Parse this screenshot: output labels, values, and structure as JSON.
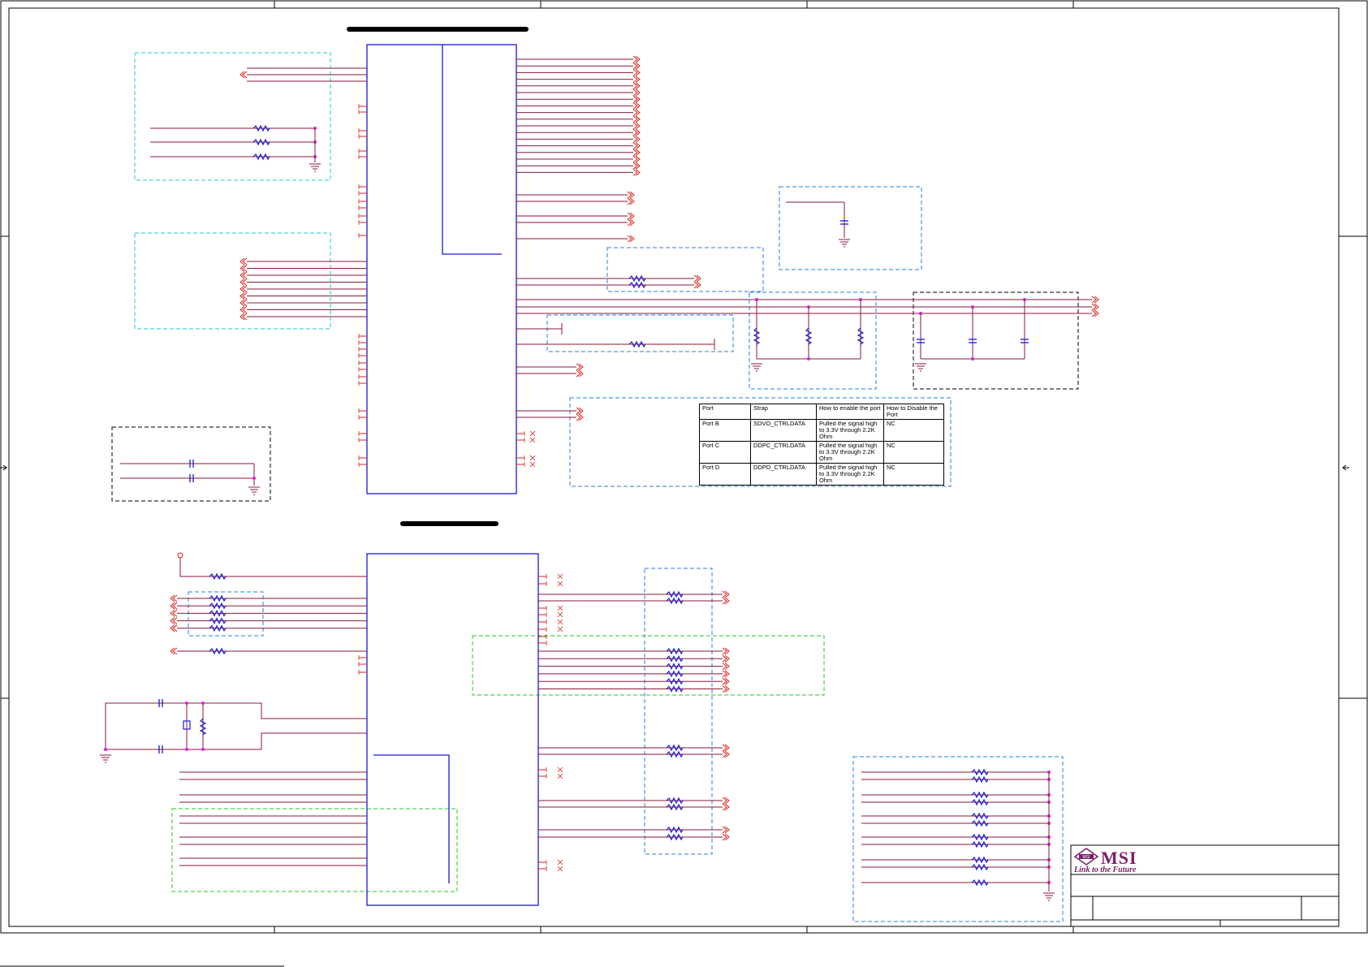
{
  "port_strap_table": {
    "headers": [
      "Port",
      "Strap",
      "How to enable the port",
      "How to Disable the Port"
    ],
    "rows": [
      [
        "Port B",
        "SDVO_CTRLDATA",
        "Pulled the signal high to 3.3V through 2.2K Ohm",
        "NC"
      ],
      [
        "Port C",
        "DDPC_CTRLDATA",
        "Pulled the signal high to 3.3V through 2.2K Ohm",
        "NC"
      ],
      [
        "Port D",
        "DDPD_CTRLDATA",
        "Pulled the signal high to 3.3V through 2.2K Ohm",
        "NC"
      ]
    ]
  },
  "title_block": {
    "logo_text": "MSI",
    "emblem_text": "MSI",
    "tagline": "Link to the Future"
  },
  "colors": {
    "wire": "#8b1a3a",
    "connector": "#e0221b",
    "ic_body": "#1a1ad6",
    "box_cyan": "#22c8d8",
    "box_blue": "#2a7fe0",
    "box_green": "#22cc22",
    "box_black": "#000000",
    "junction": "#e020e0",
    "brand": "#7a1f6b"
  }
}
